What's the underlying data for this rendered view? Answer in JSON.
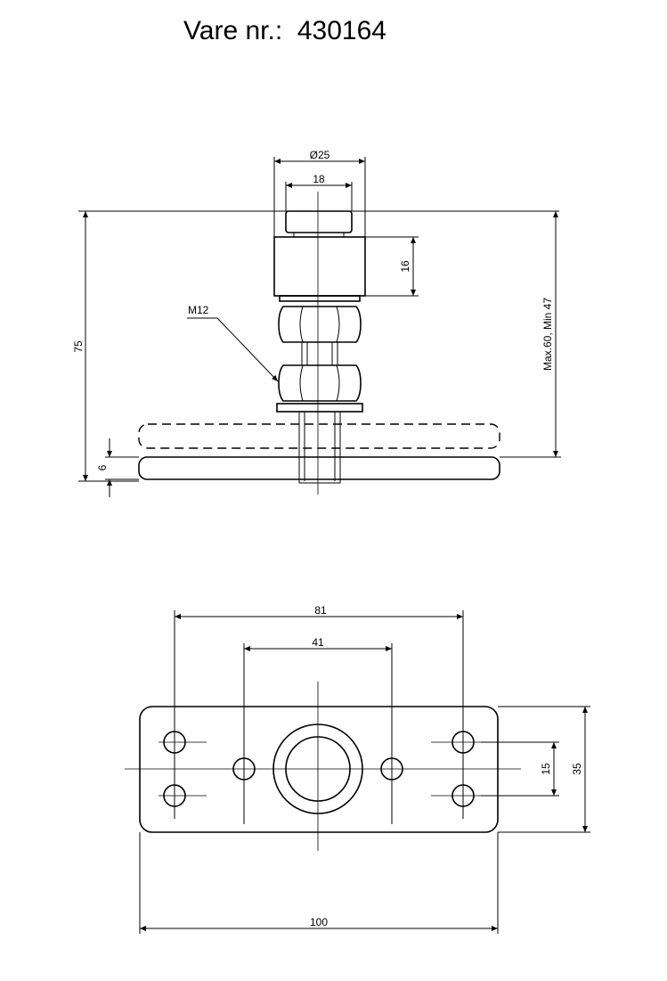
{
  "title": {
    "label": "Vare nr.:",
    "number": "430164"
  },
  "side_view": {
    "dim_diameter": "Ø25",
    "dim_width": "18",
    "dim_height_nut": "16",
    "dim_thread": "M12",
    "dim_total_height": "75",
    "dim_adjust": "Max.60, Min 47",
    "dim_foot_thickness": "6"
  },
  "top_view": {
    "dim_outer_holes": "81",
    "dim_inner_holes": "41",
    "dim_hole_spacing": "15",
    "dim_plate_depth": "35",
    "dim_plate_length": "100"
  }
}
